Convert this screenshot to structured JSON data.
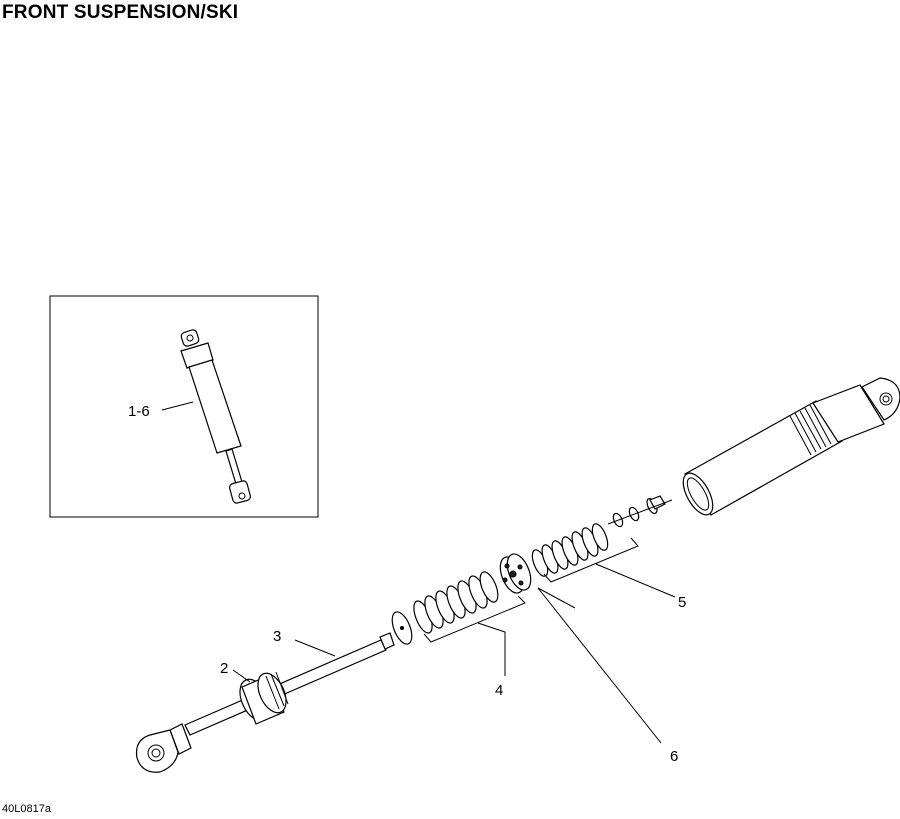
{
  "page": {
    "title": "FRONT SUSPENSION/SKI",
    "figure_code": "40L0817a"
  },
  "callouts": {
    "assembly": "1-6",
    "c2": "2",
    "c3": "3",
    "c4": "4",
    "c5": "5",
    "c6": "6"
  }
}
